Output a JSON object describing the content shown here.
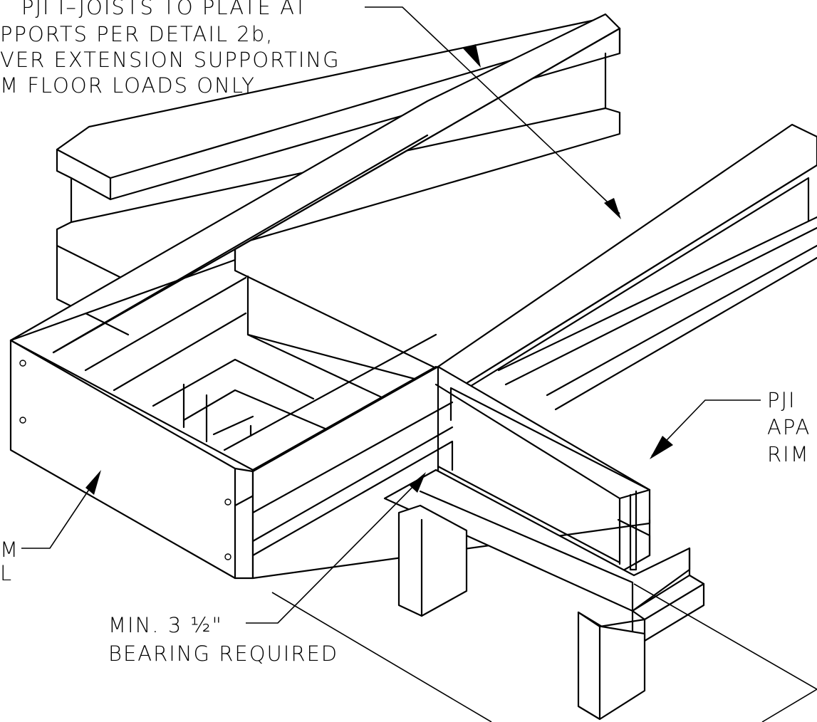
{
  "notes": {
    "top_left": [
      "PJI I–JOISTS TO PLATE AT",
      "PPORTS PER DETAIL 2b,",
      "VER EXTENSION SUPPORTING",
      "M FLOOR LOADS ONLY"
    ],
    "right": [
      "PJI",
      "APA",
      "RIM"
    ],
    "bearing": [
      "MIN. 3 ½\"",
      "BEARING REQUIRED"
    ],
    "left_fragments": [
      "M",
      "L"
    ]
  },
  "colors": {
    "line": "#000000",
    "background": "#ffffff"
  }
}
